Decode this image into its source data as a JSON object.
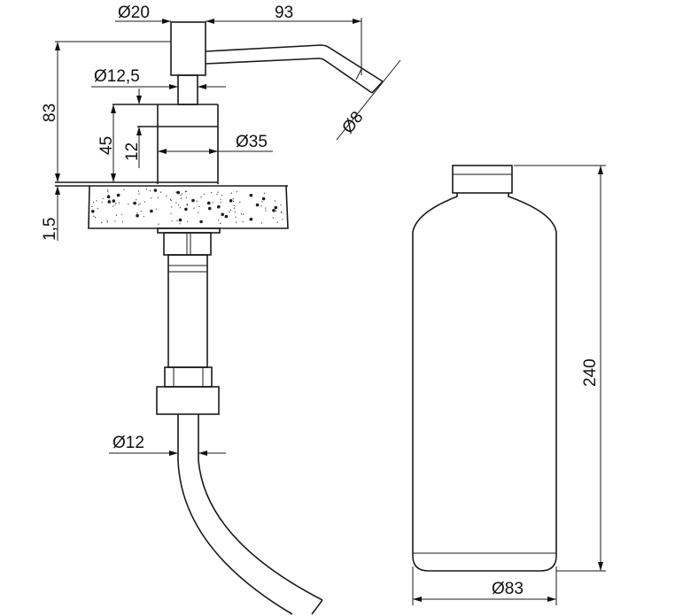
{
  "title": "Soap dispenser technical drawing",
  "dimensions": {
    "head_diameter": "Ø20",
    "spout_length": "93",
    "spout_diameter": "Ø8",
    "stem_diameter": "Ø12,5",
    "total_height": "83",
    "body_height": "45",
    "collar_height": "12",
    "body_diameter": "Ø35",
    "counter_thickness": "1,5",
    "hose_diameter": "Ø12",
    "bottle_height": "240",
    "bottle_diameter": "Ø83"
  },
  "colors": {
    "line": "#1a1a1a",
    "background": "#ffffff"
  }
}
